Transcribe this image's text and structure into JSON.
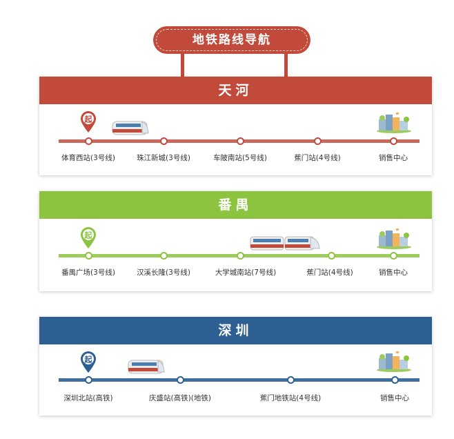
{
  "title": "地铁路线导航",
  "pin_label": "起",
  "routes": [
    {
      "name": "天河",
      "color": "#c24a3b",
      "trackColor": "#c9685c",
      "stations": [
        "体育西站(3号线)",
        "珠江新城(3号线)",
        "车陂南站(5号线)",
        "蕉门站(4号线)",
        "销售中心"
      ]
    },
    {
      "name": "番禺",
      "color": "#8cc43f",
      "trackColor": "#9ccc5a",
      "stations": [
        "番禺广场(3号线)",
        "汉溪长隆(3号线)",
        "大学城南站(7号线)",
        "蕉门站(4号线)",
        "销售中心"
      ]
    },
    {
      "name": "深圳",
      "color": "#2d5f93",
      "trackColor": "#3f6f9f",
      "stations": [
        "深圳北站(高铁)",
        "庆盛站(高铁)(地铁)",
        "蕉门地铁站(4号线)",
        "销售中心"
      ]
    }
  ],
  "icons": [
    "start-pin-icon",
    "train-icon",
    "building-icon"
  ]
}
